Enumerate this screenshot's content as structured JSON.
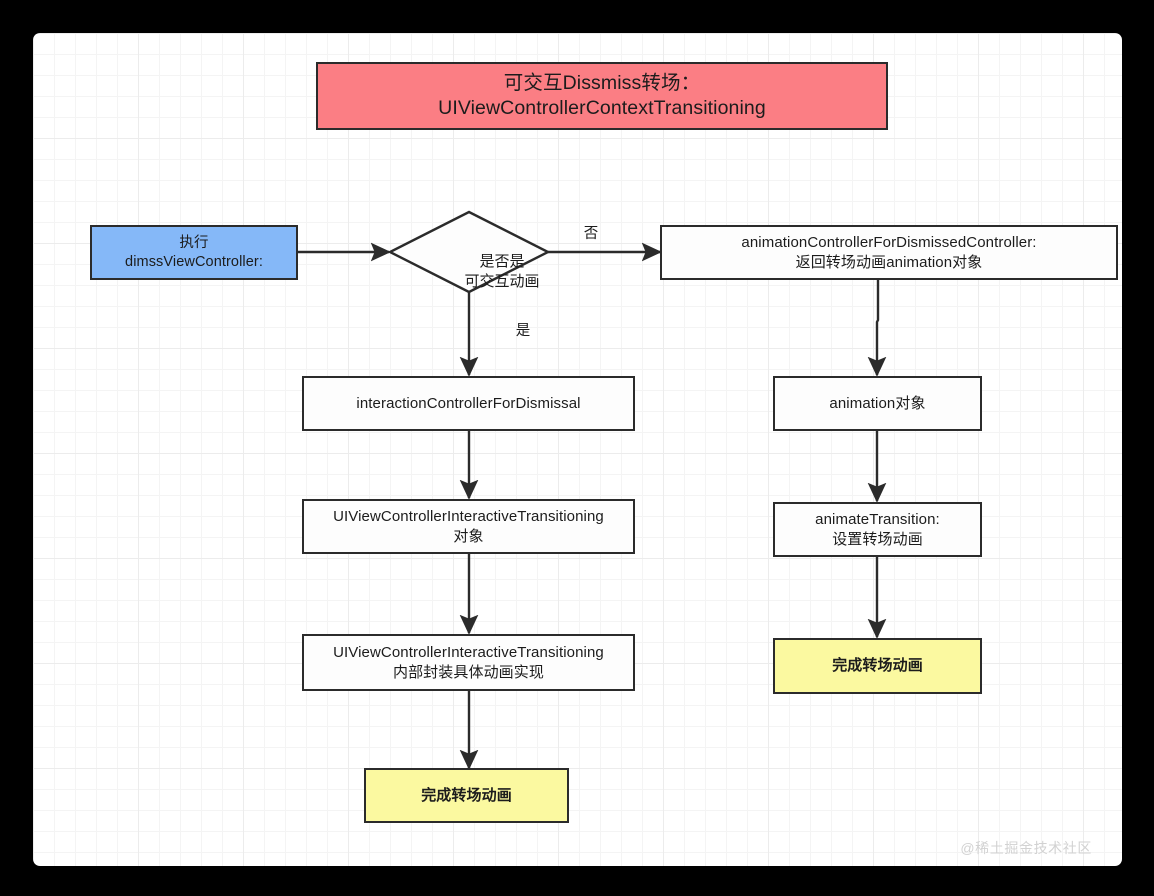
{
  "diagram": {
    "type": "flowchart",
    "watermark": "@稀土掘金技术社区",
    "colors": {
      "title_fill": "#fb7e84",
      "start_fill": "#85b8f8",
      "end_fill": "#fbf9a0",
      "plain_fill": "#fdfdfd",
      "stroke": "#2b2b2b",
      "canvas": "#ffffff",
      "page": "#000000",
      "grid_minor": "#f4f4f4",
      "grid_major": "#ececec"
    },
    "title": {
      "text": "可交互Dissmiss转场：\nUIViewControllerContextTransitioning"
    },
    "nodes": [
      {
        "id": "start",
        "shape": "rect",
        "text": "执行\ndimssViewController:"
      },
      {
        "id": "decision",
        "shape": "diamond",
        "text": "是否是\n可交互动画"
      },
      {
        "id": "anim_ctrl_dismissed",
        "shape": "rect",
        "text": "animationControllerForDismissedController:\n返回转场动画animation对象"
      },
      {
        "id": "interaction_ctrl",
        "shape": "rect",
        "text": "interactionControllerForDismissal"
      },
      {
        "id": "interactive_obj",
        "shape": "rect",
        "text": "UIViewControllerInteractiveTransitioning\n对象"
      },
      {
        "id": "interactive_impl",
        "shape": "rect",
        "text": "UIViewControllerInteractiveTransitioning\n内部封装具体动画实现"
      },
      {
        "id": "animation_obj",
        "shape": "rect",
        "text": "animation对象"
      },
      {
        "id": "animate_transition",
        "shape": "rect",
        "text": "animateTransition:\n设置转场动画"
      },
      {
        "id": "end_left",
        "shape": "rect",
        "text": "完成转场动画"
      },
      {
        "id": "end_right",
        "shape": "rect",
        "text": "完成转场动画"
      }
    ],
    "edge_labels": {
      "yes": "是",
      "no": "否"
    }
  }
}
